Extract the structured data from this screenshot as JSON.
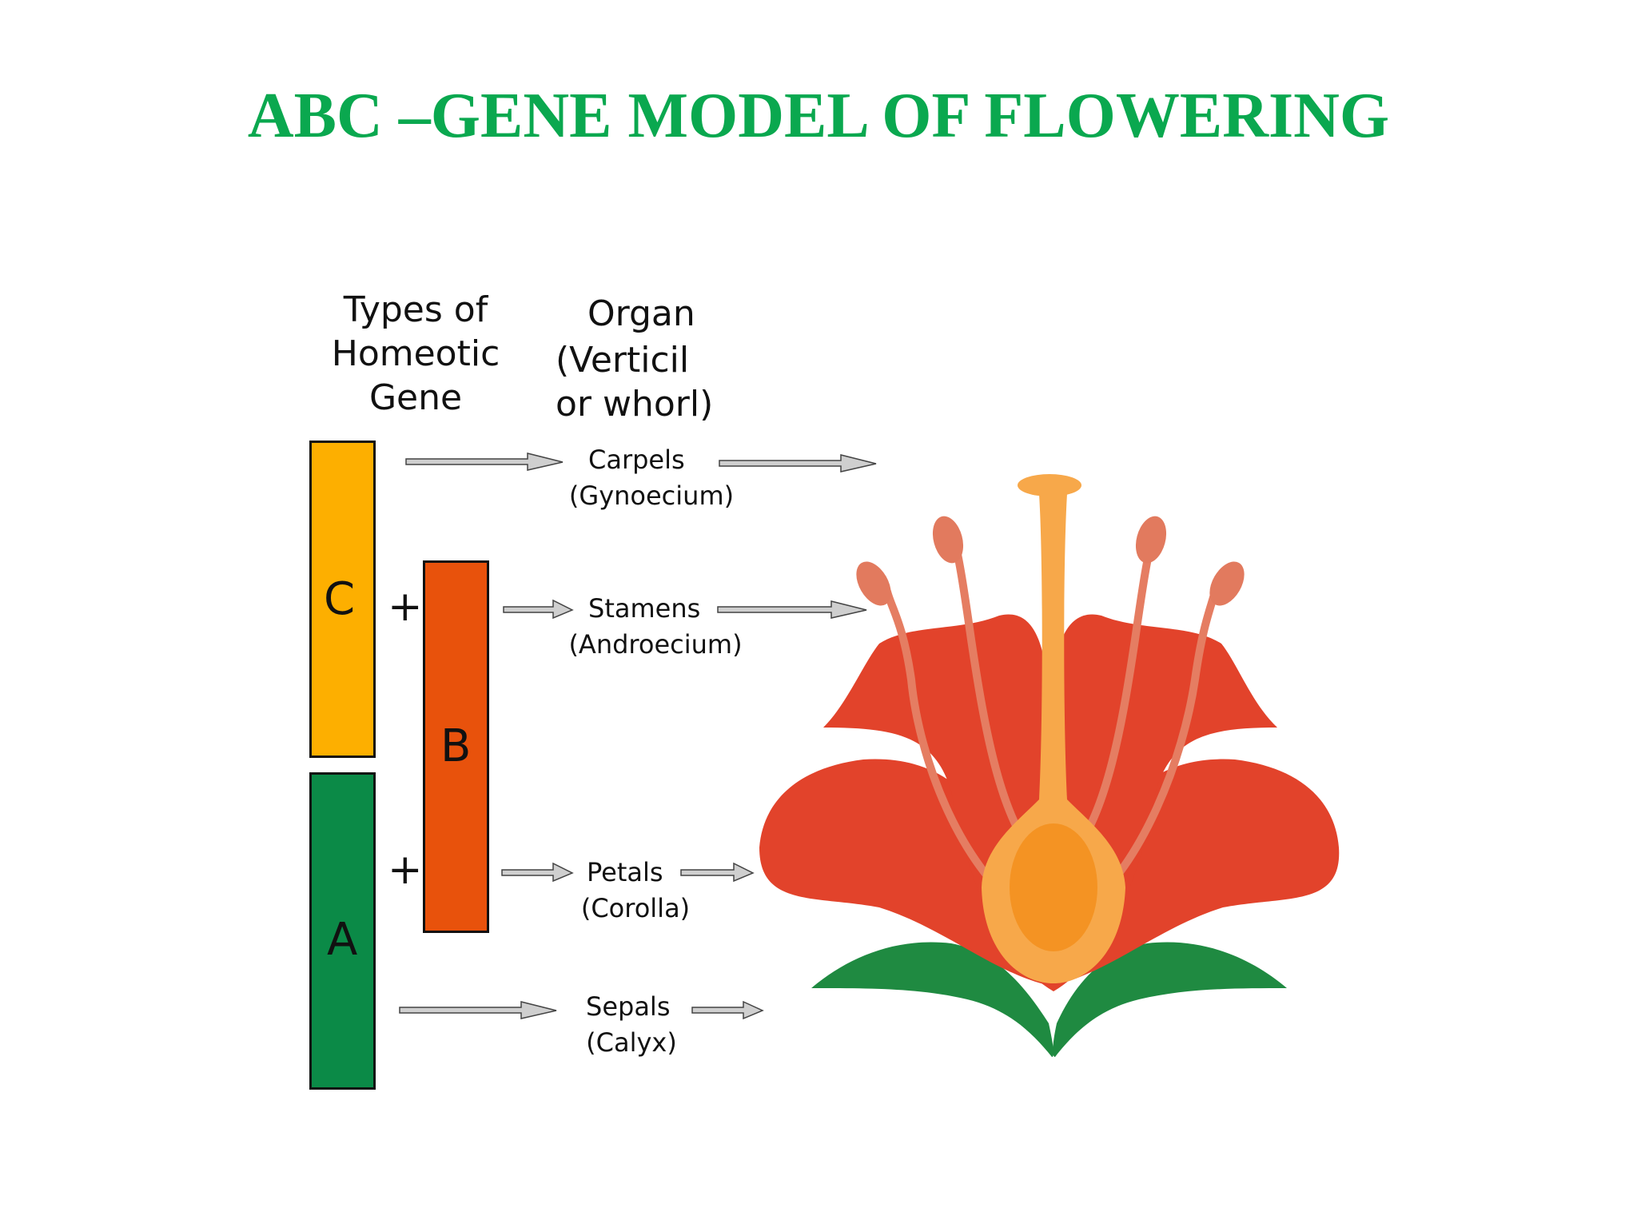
{
  "title": "ABC –GENE MODEL OF FLOWERING",
  "headers": {
    "gene_type": [
      "Types of",
      "Homeotic",
      "Gene"
    ],
    "organ": [
      "Organ",
      "(Verticil",
      "or whorl)"
    ]
  },
  "genes": [
    {
      "letter": "C",
      "color": "#fdaf00"
    },
    {
      "letter": "B",
      "color": "#e8520c"
    },
    {
      "letter": "A",
      "color": "#0b8a47"
    }
  ],
  "plus_sign": "+",
  "organs": [
    {
      "name": "Carpels",
      "term": "(Gynoecium)"
    },
    {
      "name": "Stamens",
      "term": "(Androecium)"
    },
    {
      "name": "Petals",
      "term": "(Corolla)"
    },
    {
      "name": "Sepals",
      "term": "(Calyx)"
    }
  ],
  "colors": {
    "title": "#0aa84f",
    "petal": "#e2432b",
    "sepal": "#1f8a41",
    "pistil": "#f7a84a",
    "ovary": "#f49323",
    "stamen": "#e57d62",
    "arrow_fill": "#cfcfcf"
  }
}
